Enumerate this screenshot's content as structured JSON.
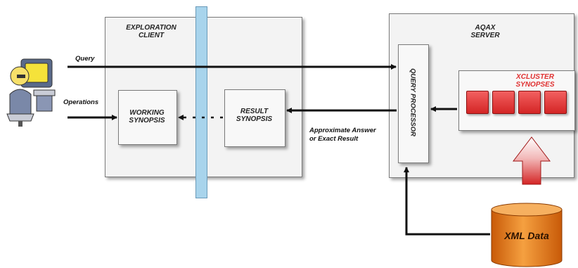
{
  "exploration_client": {
    "title": "EXPLORATION\nCLIENT"
  },
  "aqax_server": {
    "title": "AQAX\nSERVER"
  },
  "working_synopsis": {
    "label": "WORKING\nSYNOPSIS"
  },
  "result_synopsis": {
    "label": "RESULT\nSYNOPSIS"
  },
  "query_processor": {
    "label": "QUERY PROCESSOR"
  },
  "xcluster_synopses": {
    "label": "XCLUSTER\nSYNOPSES",
    "block_count": 4,
    "color": "#e03030"
  },
  "xml_data": {
    "label": "XML Data",
    "color": "#e87a1a"
  },
  "edges": {
    "query": "Query",
    "operations": "Operations",
    "answer": "Approximate Answer\nor Exact Result"
  },
  "colors": {
    "separator": "#a8d4ec",
    "upload_arrow": "#d42525"
  }
}
